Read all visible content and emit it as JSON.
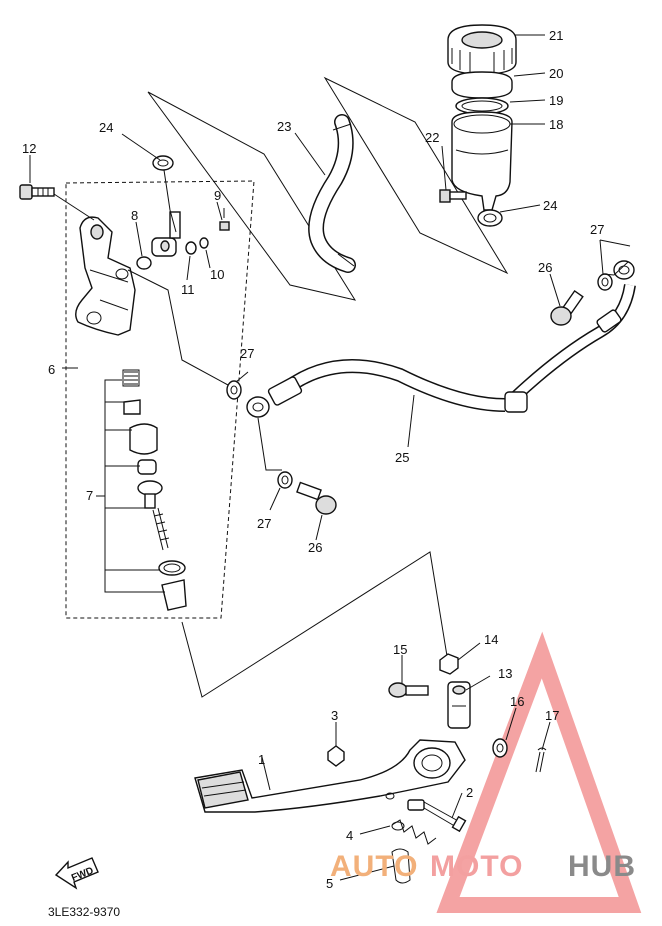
{
  "diagram": {
    "part_numbers": [
      "1",
      "2",
      "3",
      "4",
      "5",
      "6",
      "7",
      "8",
      "9",
      "10",
      "11",
      "12",
      "13",
      "14",
      "15",
      "16",
      "17",
      "18",
      "19",
      "20",
      "21",
      "22",
      "23",
      "24",
      "24",
      "25",
      "26",
      "26",
      "27",
      "27",
      "27"
    ],
    "drawing_code": "3LE332-9370",
    "forward_label": "FWD",
    "watermark": {
      "part1": "AUTO",
      "part2": "MOTO",
      "part3": "HUB"
    }
  }
}
